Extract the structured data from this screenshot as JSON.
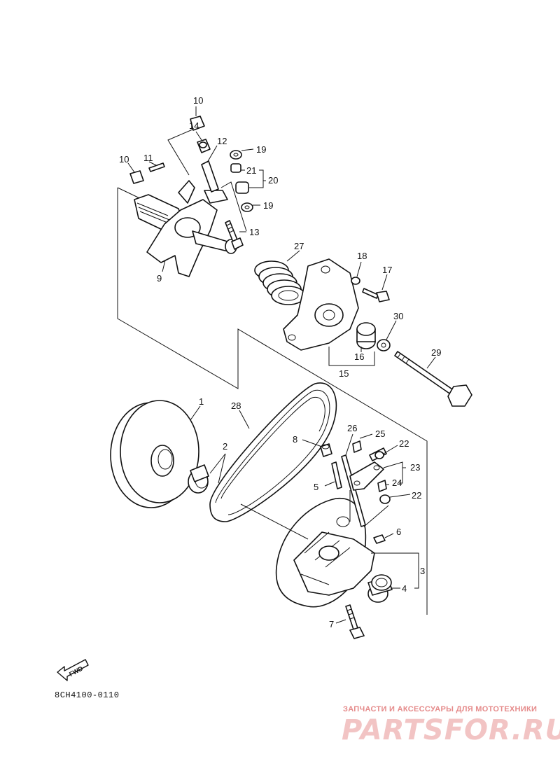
{
  "callouts": {
    "c1": "1",
    "c2": "2",
    "c3": "3",
    "c4": "4",
    "c5": "5",
    "c6": "6",
    "c7": "7",
    "c8": "8",
    "c9": "9",
    "c10a": "10",
    "c10b": "10",
    "c11": "11",
    "c12": "12",
    "c13": "13",
    "c14": "14",
    "c15": "15",
    "c16": "16",
    "c17": "17",
    "c18": "18",
    "c19a": "19",
    "c19b": "19",
    "c20": "20",
    "c21": "21",
    "c22a": "22",
    "c22b": "22",
    "c23": "23",
    "c24": "24",
    "c25": "25",
    "c26": "26",
    "c27": "27",
    "c28": "28",
    "c29": "29",
    "c30": "30"
  },
  "fwd_label": "FWD",
  "reference_code": "8CH4100-0110",
  "watermark": {
    "tagline": "ЗАПЧАСТИ И АКСЕССУАРЫ ДЛЯ МОТОТЕХНИКИ",
    "logo_text": "PARTSFOR.RU"
  }
}
